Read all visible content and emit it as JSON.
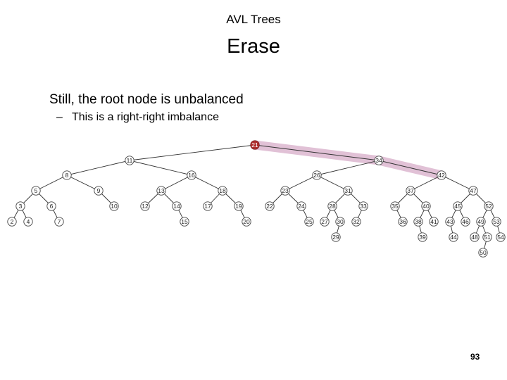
{
  "slide": {
    "header": "AVL Trees",
    "title": "Erase",
    "bullet_1": "Still, the root node is unbalanced",
    "bullet_2_marker": "–",
    "bullet_2": "This is a right-right imbalance",
    "page_number": "93"
  },
  "colors": {
    "highlight_path": "#dcb6cf",
    "root_fill": "#b03030",
    "node_stroke": "#444444",
    "edge": "#333333"
  },
  "tree": {
    "root": "21",
    "highlighted_path": [
      "21",
      "34",
      "42"
    ],
    "edges": [
      [
        "21",
        "11"
      ],
      [
        "21",
        "34"
      ],
      [
        "11",
        "8"
      ],
      [
        "11",
        "16"
      ],
      [
        "8",
        "5"
      ],
      [
        "8",
        "9"
      ],
      [
        "5",
        "3"
      ],
      [
        "5",
        "6"
      ],
      [
        "3",
        "2"
      ],
      [
        "3",
        "4"
      ],
      [
        "6",
        "7"
      ],
      [
        "9",
        "10"
      ],
      [
        "16",
        "13"
      ],
      [
        "16",
        "18"
      ],
      [
        "13",
        "12"
      ],
      [
        "13",
        "14"
      ],
      [
        "14",
        "15"
      ],
      [
        "18",
        "17"
      ],
      [
        "18",
        "19"
      ],
      [
        "19",
        "20"
      ],
      [
        "34",
        "26"
      ],
      [
        "34",
        "42"
      ],
      [
        "26",
        "23"
      ],
      [
        "26",
        "31"
      ],
      [
        "23",
        "22"
      ],
      [
        "23",
        "24"
      ],
      [
        "24",
        "25"
      ],
      [
        "31",
        "28"
      ],
      [
        "31",
        "33"
      ],
      [
        "28",
        "27"
      ],
      [
        "28",
        "30"
      ],
      [
        "30",
        "29"
      ],
      [
        "33",
        "32"
      ],
      [
        "42",
        "37"
      ],
      [
        "42",
        "47"
      ],
      [
        "37",
        "35"
      ],
      [
        "37",
        "40"
      ],
      [
        "35",
        "36"
      ],
      [
        "40",
        "38"
      ],
      [
        "40",
        "41"
      ],
      [
        "38",
        "39"
      ],
      [
        "47",
        "45"
      ],
      [
        "47",
        "52"
      ],
      [
        "45",
        "43"
      ],
      [
        "45",
        "46"
      ],
      [
        "43",
        "44"
      ],
      [
        "52",
        "49"
      ],
      [
        "52",
        "53"
      ],
      [
        "49",
        "48"
      ],
      [
        "49",
        "51"
      ],
      [
        "51",
        "50"
      ],
      [
        "53",
        "54"
      ]
    ]
  }
}
